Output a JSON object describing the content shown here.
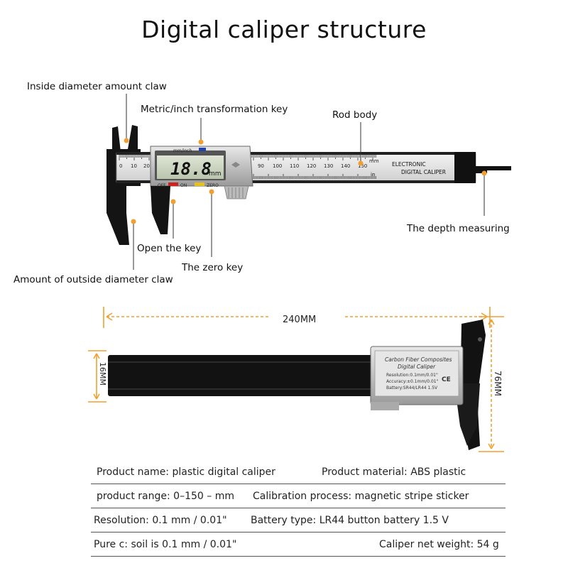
{
  "title": "Digital caliper structure",
  "callouts": {
    "inside_claw": "Inside diameter amount claw",
    "metric_key": "Metric/inch transformation key",
    "rod_body": "Rod body",
    "depth": "The depth measuring",
    "open_key": "Open the key",
    "zero_key": "The zero key",
    "outside_claw": "Amount of outside diameter claw"
  },
  "caliper_top": {
    "unit_label": "mm/inch",
    "display_value": "18.8",
    "display_unit": "mm",
    "off_label": "OFF",
    "on_label": "ON",
    "zero_label": "ZERO",
    "rod_text_1": "ELECTRONIC",
    "rod_text_2": "DIGITAL CALIPER",
    "scale_numbers": [
      "90",
      "100",
      "110",
      "120",
      "130",
      "140",
      "150"
    ],
    "scale_unit_mm": "mm",
    "scale_unit_in": "in",
    "scale_small": [
      "0",
      "10",
      "20"
    ]
  },
  "dimensions": {
    "length": "240MM",
    "height_left": "16MM",
    "height_right": "76MM"
  },
  "caliper_bottom": {
    "label_1": "Carbon Fiber Composites",
    "label_2": "Digital Caliper",
    "label_3": "Resolution:0.1mm/0.01\"",
    "label_4": "Accuracy:±0.1mm/0.01\"",
    "label_5": "Battery:SR44/LR44 1.5V",
    "ce_mark": "CE"
  },
  "specs": [
    {
      "left": "Product name: plastic digital caliper",
      "right": "Product material: ABS plastic"
    },
    {
      "left": "product range: 0–150 – mm",
      "right": "Calibration process: magnetic stripe sticker"
    },
    {
      "left": "Resolution: 0.1 mm / 0.01\"",
      "right": "Battery type: LR44 button battery 1.5 V"
    },
    {
      "left": "Pure c: soil is 0.1 mm / 0.01\"",
      "right": "Caliper net weight: 54 g"
    }
  ],
  "colors": {
    "accent": "#f0a030",
    "body": "#111111",
    "lcd": "#cfd8c6",
    "panel": "#d9d9d9"
  }
}
